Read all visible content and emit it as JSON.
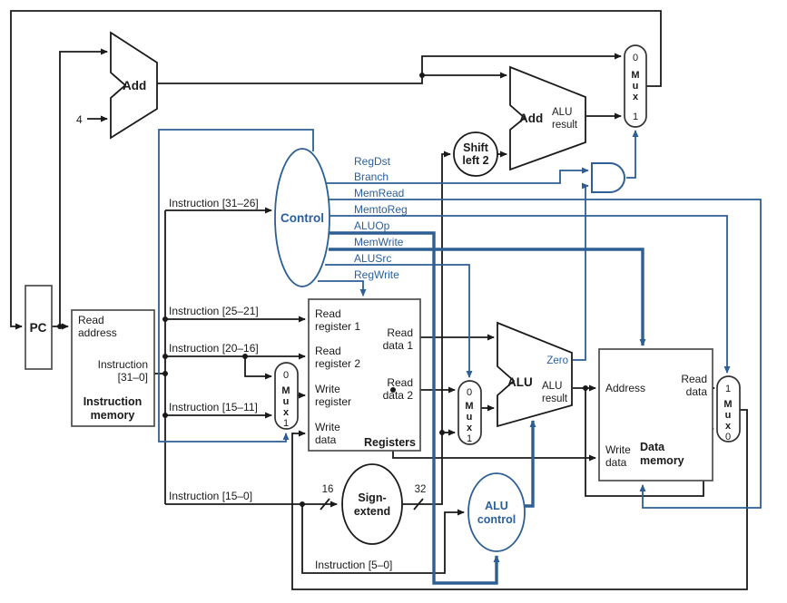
{
  "title": "MIPS single-cycle datapath with control",
  "colors": {
    "accent_blue": "#2a5f9e",
    "wire_blue": "#2d5f94",
    "wire_black": "#1a1a1a"
  },
  "labels": {
    "pc": "PC",
    "add": "Add",
    "four": "4",
    "alu_result_1": "ALU",
    "alu_result_2": "result",
    "shift_1": "Shift",
    "shift_2": "left 2",
    "control": "Control",
    "reg_dst": "RegDst",
    "branch": "Branch",
    "mem_read": "MemRead",
    "memto_reg": "MemtoReg",
    "alu_op": "ALUOp",
    "mem_write": "MemWrite",
    "alu_src": "ALUSrc",
    "reg_write": "RegWrite",
    "instr_31_26": "Instruction [31–26]",
    "instr_25_21": "Instruction [25–21]",
    "instr_20_16": "Instruction [20–16]",
    "instr_15_11": "Instruction [15–11]",
    "instr_15_0": "Instruction [15–0]",
    "instr_5_0": "Instruction [5–0]",
    "read_address_1": "Read",
    "read_address_2": "address",
    "instruction_31_0_1": "Instruction",
    "instruction_31_0_2": "[31–0]",
    "instruction_memory_1": "Instruction",
    "instruction_memory_2": "memory",
    "read_register1_1": "Read",
    "read_register1_2": "register 1",
    "read_register2_1": "Read",
    "read_register2_2": "register 2",
    "write_register_1": "Write",
    "write_register_2": "register",
    "write_data_1": "Write",
    "write_data_2": "data",
    "read_data1_1": "Read",
    "read_data1_2": "data 1",
    "read_data2_1": "Read",
    "read_data2_2": "data 2",
    "registers": "Registers",
    "mux_m": "M",
    "mux_u": "u",
    "mux_x": "x",
    "mux_0": "0",
    "mux_1": "1",
    "zero": "Zero",
    "alu": "ALU",
    "sign_extend_1": "Sign-",
    "sign_extend_2": "extend",
    "bits16": "16",
    "bits32": "32",
    "alu_control_1": "ALU",
    "alu_control_2": "control",
    "address": "Address",
    "mem_read_data_1": "Read",
    "mem_read_data_2": "data",
    "mem_write_data_1": "Write",
    "mem_write_data_2": "data",
    "data_memory_1": "Data",
    "data_memory_2": "memory"
  }
}
